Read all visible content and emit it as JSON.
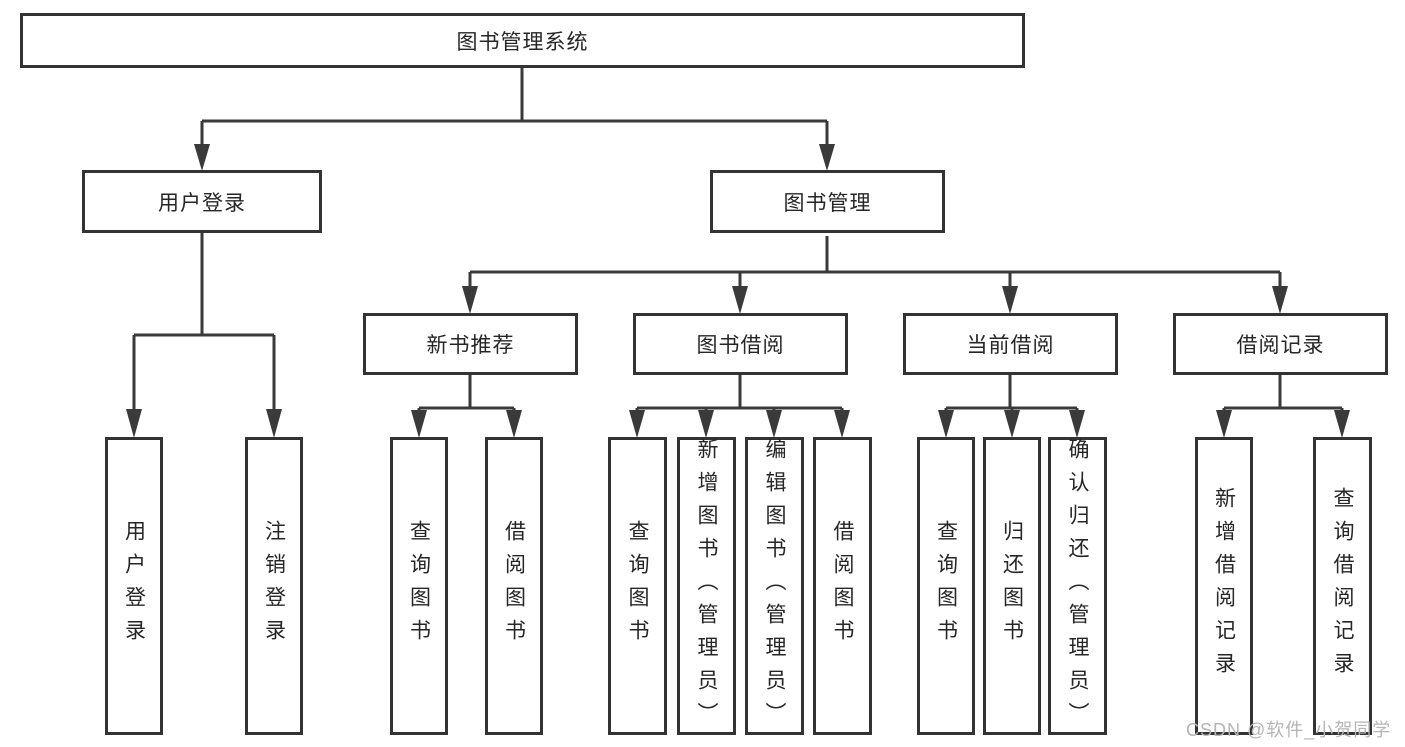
{
  "nodes": {
    "root": "图书管理系统",
    "level2": [
      "用户登录",
      "图书管理"
    ],
    "level3": [
      "新书推荐",
      "图书借阅",
      "当前借阅",
      "借阅记录"
    ],
    "leaves_user_login": [
      "用户登录",
      "注销登录"
    ],
    "leaves_new_book": [
      "查询图书",
      "借阅图书"
    ],
    "leaves_book_borrow": [
      "查询图书",
      "新增图书（管理员）",
      "编辑图书（管理员）",
      "借阅图书"
    ],
    "leaves_current_borrow": [
      "查询图书",
      "归还图书",
      "确认归还（管理员）"
    ],
    "leaves_borrow_record": [
      "新增借阅记录",
      "查询借阅记录"
    ]
  },
  "watermark": "CSDN @软件_小贺同学",
  "colors": {
    "background": "#ffffff",
    "box_fill": "#ffffff",
    "box_border": "#333333",
    "line": "#3a3a3a",
    "text": "#262626",
    "watermark_text": "#b5b5b5"
  }
}
